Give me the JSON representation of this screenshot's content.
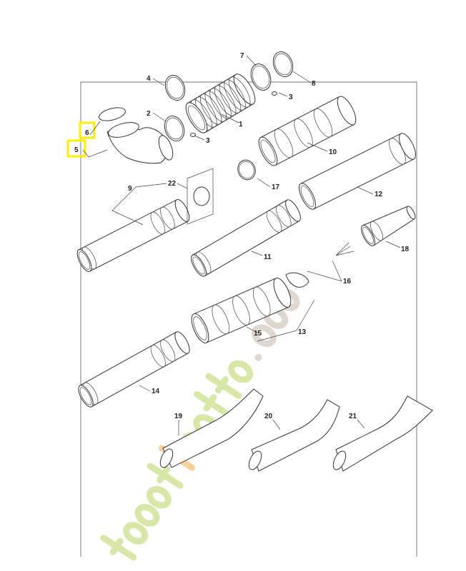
{
  "diagram": {
    "labels": {
      "p1": "1",
      "p2": "2",
      "p3a": "3",
      "p3b": "3",
      "p4": "4",
      "p5": "5",
      "p6": "6",
      "p7": "7",
      "p8": "8",
      "p9": "9",
      "p10": "10",
      "p11": "11",
      "p12": "12",
      "p13": "13",
      "p14": "14",
      "p15": "15",
      "p16": "16",
      "p17": "17",
      "p18": "18",
      "p19": "19",
      "p20": "20",
      "p21": "21",
      "p22": "22"
    },
    "highlighted_labels": [
      "5",
      "6"
    ],
    "highlight_color": "#ffee00"
  },
  "watermark": {
    "text_green": "foret",
    "text_orange": "j",
    "text_green2": "ardin",
    "text_gray": ".com",
    "colors": {
      "green": "#cfe39a",
      "orange": "#f7c98a",
      "gray": "#d9d2c8"
    }
  }
}
